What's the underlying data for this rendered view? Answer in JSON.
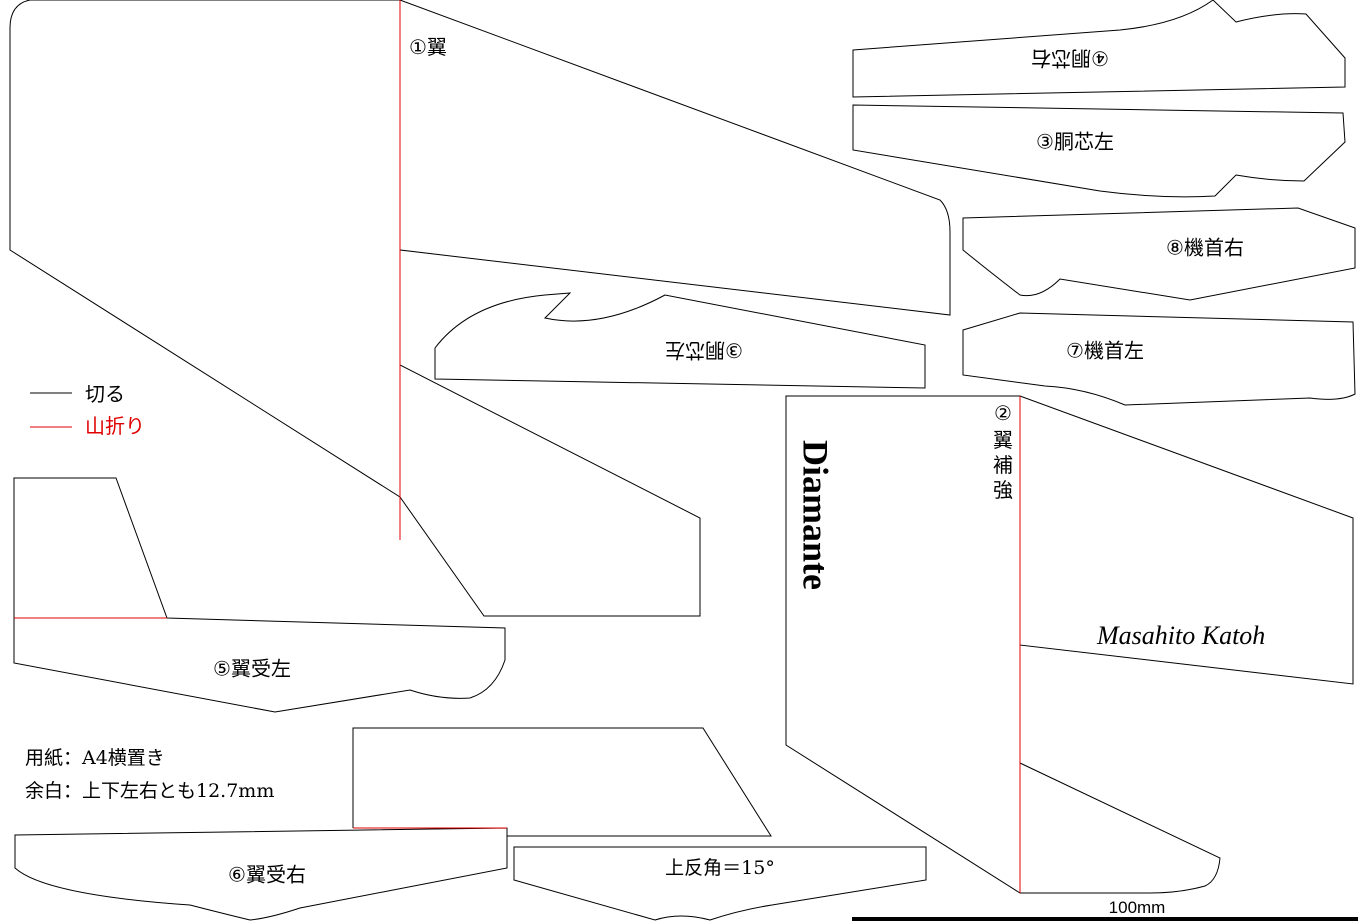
{
  "labels": {
    "wing": "①翼",
    "fuselage_core_right": "④胴芯右",
    "fuselage_core_left": "③胴芯左",
    "nose_right": "⑧機首右",
    "nose_left": "⑦機首左",
    "fuselage_core_left_inverted": "③胴芯左",
    "wing_mount_left": "⑤翼受左",
    "wing_mount_right": "⑥翼受右",
    "dihedral": "上反角＝15°",
    "wing_reinforce": [
      "②",
      "翼",
      "補",
      "強"
    ],
    "brand": "Diamante",
    "author": "Masahito Katoh",
    "scale": "100mm"
  },
  "legend": [
    {
      "label": "切る",
      "color": "#000000"
    },
    {
      "label": "山折り",
      "color": "#e00000"
    }
  ],
  "notes": [
    "用紙：A4横置き",
    "余白：上下左右とも12.7mm"
  ],
  "colors": {
    "cut_line": "#000000",
    "fold_line": "#e00000"
  }
}
